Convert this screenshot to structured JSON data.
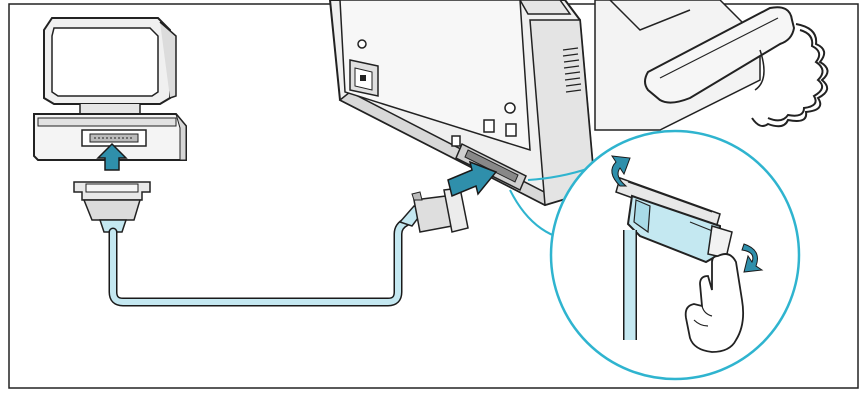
{
  "diagram": {
    "components": [
      {
        "id": "computer",
        "icon": "computer-icon"
      },
      {
        "id": "fax-machine",
        "icon": "fax-machine-icon"
      },
      {
        "id": "parallel-cable",
        "icon": "parallel-cable-icon"
      },
      {
        "id": "zoom-inset",
        "icon": "magnify-inset-icon"
      },
      {
        "id": "hand",
        "icon": "hand-icon"
      }
    ],
    "arrows": [
      {
        "id": "insert-into-computer",
        "icon": "arrow-up-icon"
      },
      {
        "id": "insert-into-fax",
        "icon": "arrow-right-icon"
      },
      {
        "id": "clip-top",
        "icon": "rotate-arrow-icon"
      },
      {
        "id": "clip-bottom",
        "icon": "rotate-arrow-icon"
      }
    ]
  },
  "colors": {
    "accent": "#2fb4cf",
    "cable": "#c4e8f1",
    "arrow_fill": "#2f8fab",
    "outline": "#1a1a1a",
    "body": "#f2f2f2",
    "shade": "#c9c9c9"
  }
}
